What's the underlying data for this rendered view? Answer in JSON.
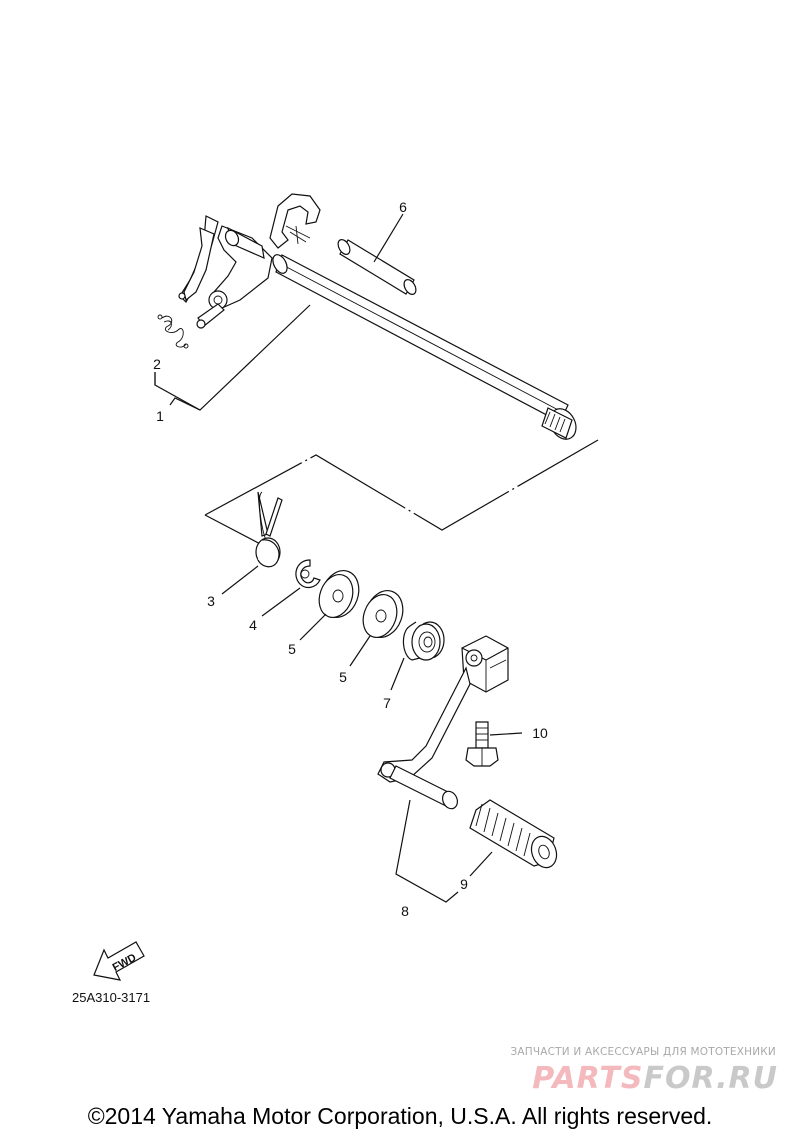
{
  "diagram": {
    "callouts": [
      {
        "id": "callout-1",
        "text": "1"
      },
      {
        "id": "callout-2",
        "text": "2"
      },
      {
        "id": "callout-3",
        "text": "3"
      },
      {
        "id": "callout-4",
        "text": "4"
      },
      {
        "id": "callout-5a",
        "text": "5"
      },
      {
        "id": "callout-5b",
        "text": "5"
      },
      {
        "id": "callout-6",
        "text": "6"
      },
      {
        "id": "callout-7",
        "text": "7"
      },
      {
        "id": "callout-8",
        "text": "8"
      },
      {
        "id": "callout-9",
        "text": "9"
      },
      {
        "id": "callout-10",
        "text": "10"
      }
    ],
    "fwd_label": "FWD",
    "drawing_code": "25A310-3171"
  },
  "watermark": {
    "tagline": "ЗАПЧАСТИ И АКСЕССУАРЫ ДЛЯ МОТОТЕХНИКИ",
    "logo_part1": "PARTS",
    "logo_part2": "FOR.RU",
    "logo_color1": "#f4b9bd",
    "logo_color2": "#c9c9c9"
  },
  "footer": {
    "copyright": "©2014 Yamaha Motor Corporation, U.S.A. All rights reserved."
  }
}
